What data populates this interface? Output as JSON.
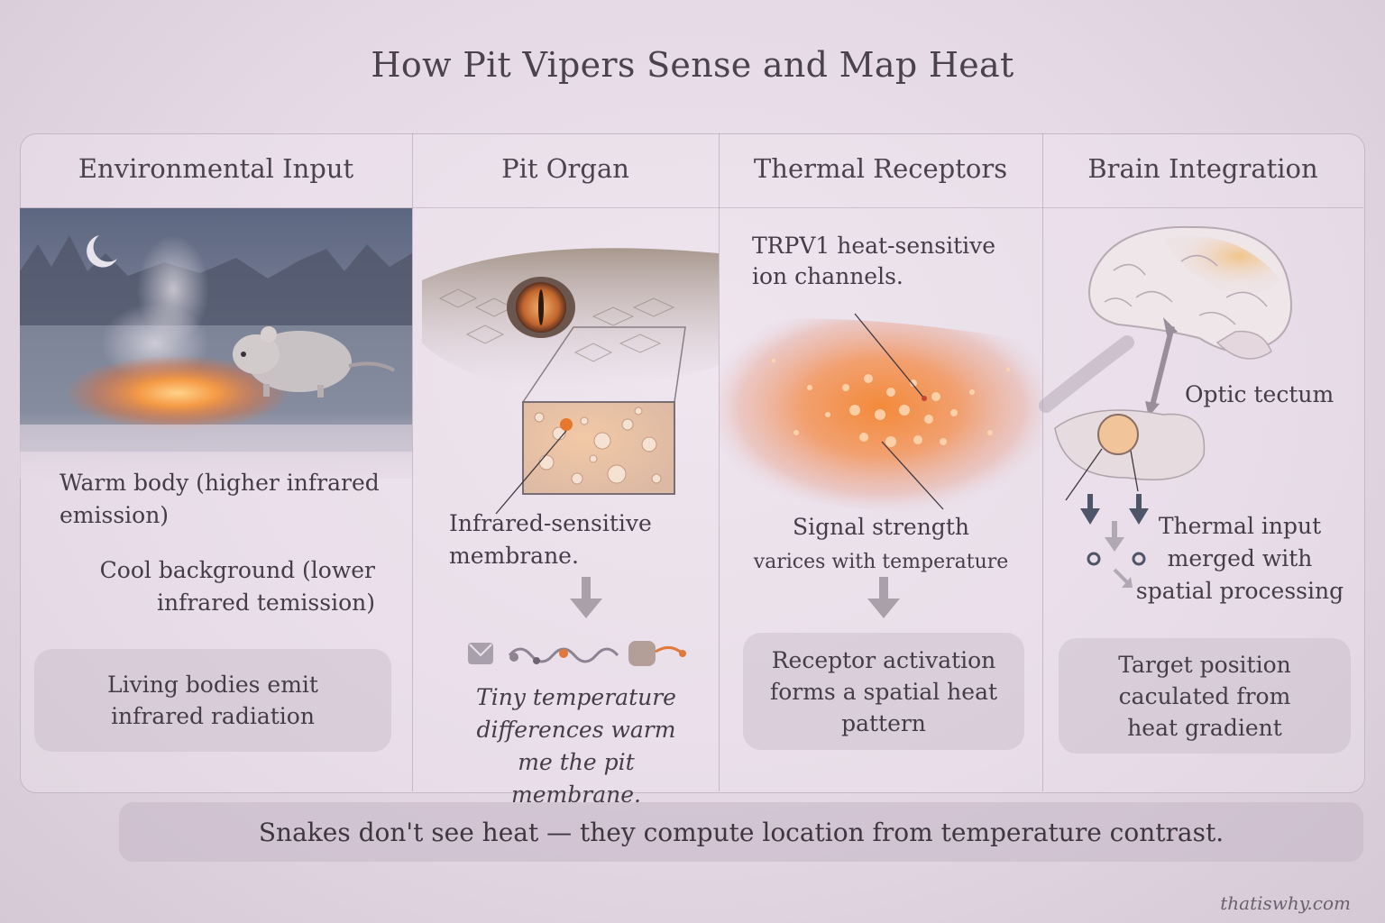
{
  "title": "How Pit Vipers Sense and Map Heat",
  "columns": [
    {
      "heading": "Environmental Input",
      "label_warm": "Warm body (higher infrared emission)",
      "label_cool": "Cool background (lower infrared temission)",
      "box": "Living bodies emit infrared radiation"
    },
    {
      "heading": "Pit Organ",
      "label_membrane": "Infrared-sensitive membrane.",
      "caption": "Tiny temperature differences warm me the pit membrane."
    },
    {
      "heading": "Thermal Receptors",
      "label_channels": "TRPV1 heat-sensitive ion channels.",
      "label_signal_1": "Signal strength",
      "label_signal_2": "varices with temperature",
      "box": "Receptor activation forms a spatial heat pattern"
    },
    {
      "heading": "Brain Integration",
      "label_tectum": "Optic tectum",
      "label_merge": "Thermal input merged with spatial processing",
      "box": "Target position caculated from heat gradient"
    }
  ],
  "footer": "Snakes don't see heat — they compute location from temperature contrast.",
  "credit": "thatiswhy.com",
  "colors": {
    "heat": "#f08a3c",
    "background": "#e8dde8",
    "arrow": "#a89ea8",
    "dark_arrow": "#4e5568"
  }
}
